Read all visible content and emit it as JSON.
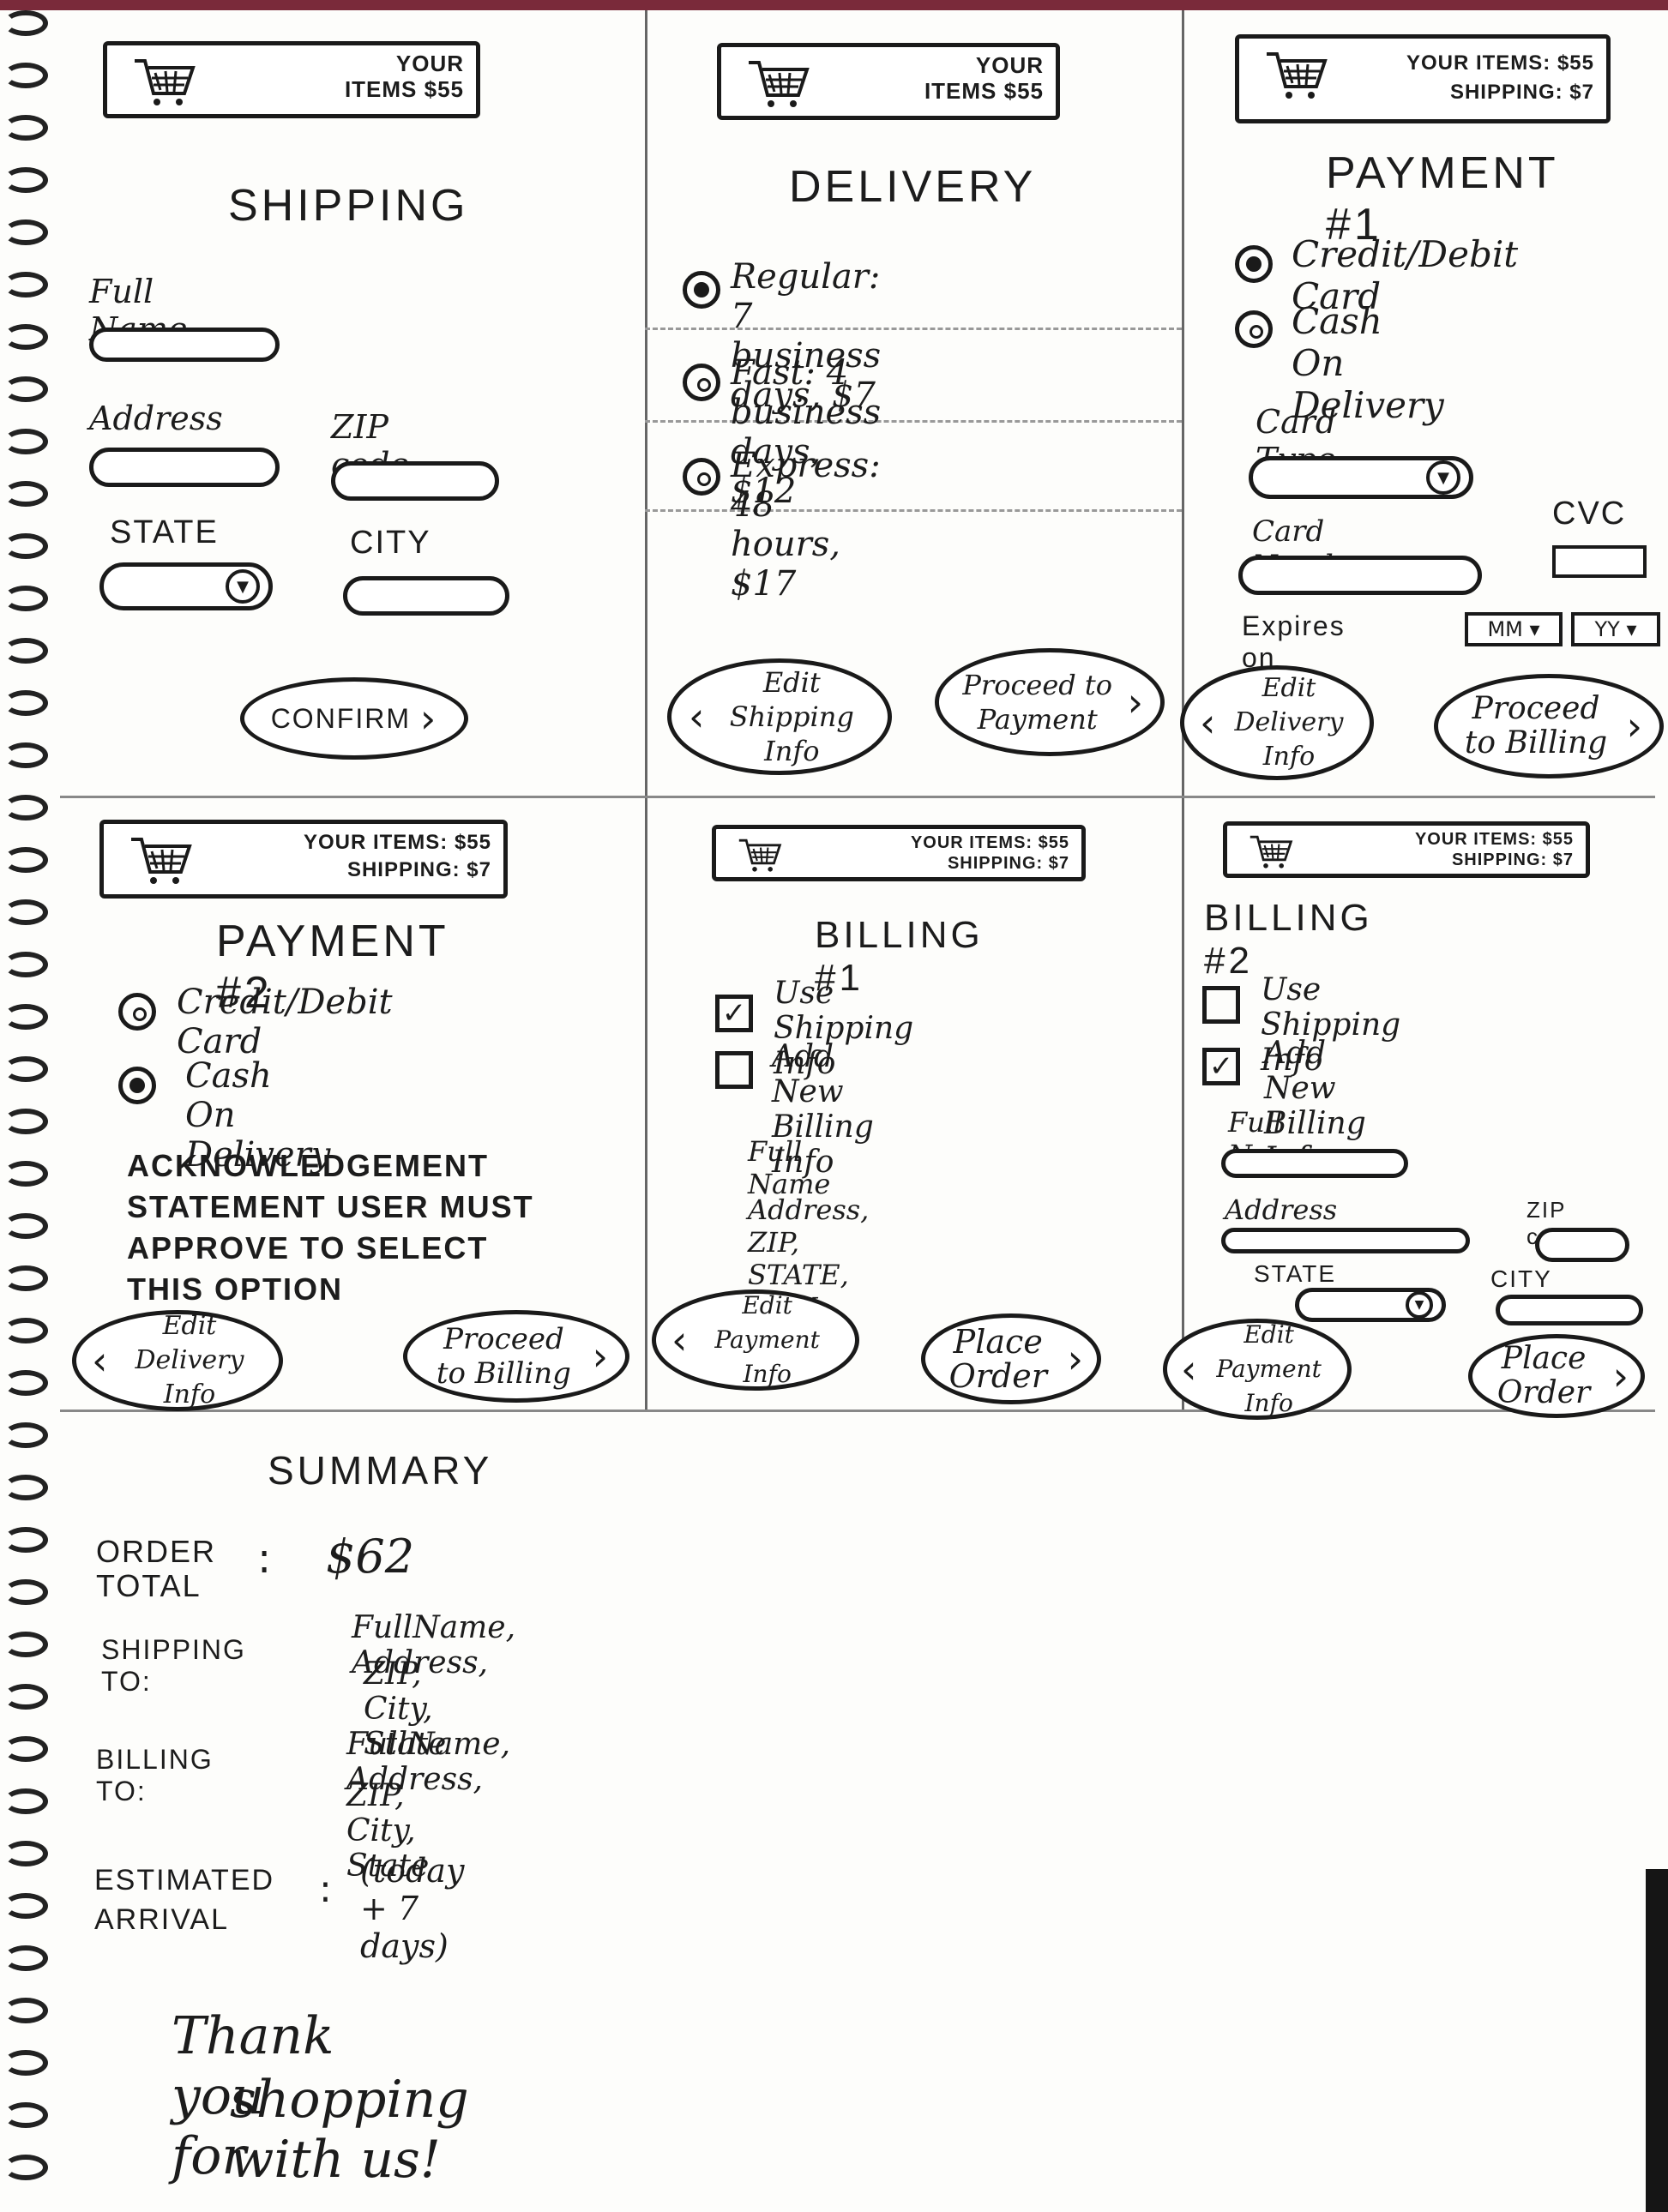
{
  "shipping": {
    "cart": {
      "line1": "YOUR",
      "line2": "ITEMS $55"
    },
    "title": "SHIPPING",
    "full_name_label": "Full Name",
    "address_label": "Address",
    "zip_label": "ZIP code",
    "state_label": "STATE",
    "city_label": "CITY",
    "confirm_button": "CONFIRM"
  },
  "delivery": {
    "cart": {
      "line1": "YOUR",
      "line2": "ITEMS $55"
    },
    "title": "DELIVERY",
    "options": [
      {
        "label": "Regular: 7 business days, $7",
        "selected": true
      },
      {
        "label": "Fast: 4 business days, $12",
        "selected": false
      },
      {
        "label": "Express: 48 hours, $17",
        "selected": false
      }
    ],
    "edit_button": "Edit Shipping Info",
    "proceed_button": "Proceed to Payment"
  },
  "payment1": {
    "cart": {
      "line1": "YOUR ITEMS: $55",
      "line2": "SHIPPING: $7"
    },
    "title": "PAYMENT #1",
    "opt_card": "Credit/Debit Card",
    "opt_cash": "Cash On Delivery",
    "card_type_label": "Card Type",
    "card_number_label": "Card Number",
    "cvc_label": "CVC",
    "expires_label": "Expires on",
    "mm": "MM",
    "yy": "YY",
    "edit_button": "Edit Delivery Info",
    "proceed_button": "Proceed to Billing"
  },
  "payment2": {
    "cart": {
      "line1": "YOUR ITEMS: $55",
      "line2": "SHIPPING: $7"
    },
    "title": "PAYMENT #2",
    "opt_card": "Credit/Debit Card",
    "opt_cash": "Cash On Delivery",
    "ack_text": "ACKNOWLEDGEMENT STATEMENT USER MUST APPROVE TO SELECT THIS OPTION",
    "edit_button": "Edit Delivery Info",
    "proceed_button": "Proceed to Billing"
  },
  "billing1": {
    "cart": {
      "line1": "YOUR ITEMS: $55",
      "line2": "SHIPPING: $7"
    },
    "title": "BILLING #1",
    "use_shipping": "Use Shipping Info",
    "add_new": "Add New Billing Info",
    "full_name": "Full Name",
    "address_line": "Address, ZIP, STATE, CITY",
    "edit_button": "Edit Payment Info",
    "place_button": "Place Order"
  },
  "billing2": {
    "cart": {
      "line1": "YOUR ITEMS: $55",
      "line2": "SHIPPING: $7"
    },
    "title": "BILLING #2",
    "use_shipping": "Use Shipping Info",
    "add_new": "Add New Billing Info",
    "full_name_label": "Full Name",
    "address_label": "Address",
    "zip_label": "ZIP code",
    "state_label": "STATE",
    "city_label": "CITY",
    "edit_button": "Edit Payment Info",
    "place_button": "Place Order"
  },
  "summary": {
    "title": "SUMMARY",
    "order_total_label": "ORDER TOTAL",
    "order_total_value": "$62",
    "shipping_label": "SHIPPING TO:",
    "shipping_value_1": "FullName, Address,",
    "shipping_value_2": "ZIP, City, State",
    "billing_label": "BILLING TO:",
    "billing_value_1": "FullName, Address,",
    "billing_value_2": "ZIP, City, State",
    "arrival_label": "ESTIMATED ARRIVAL",
    "arrival_value": "(today + 7 days)",
    "thank_you_1": "Thank you for",
    "thank_you_2": "shopping with us!"
  }
}
